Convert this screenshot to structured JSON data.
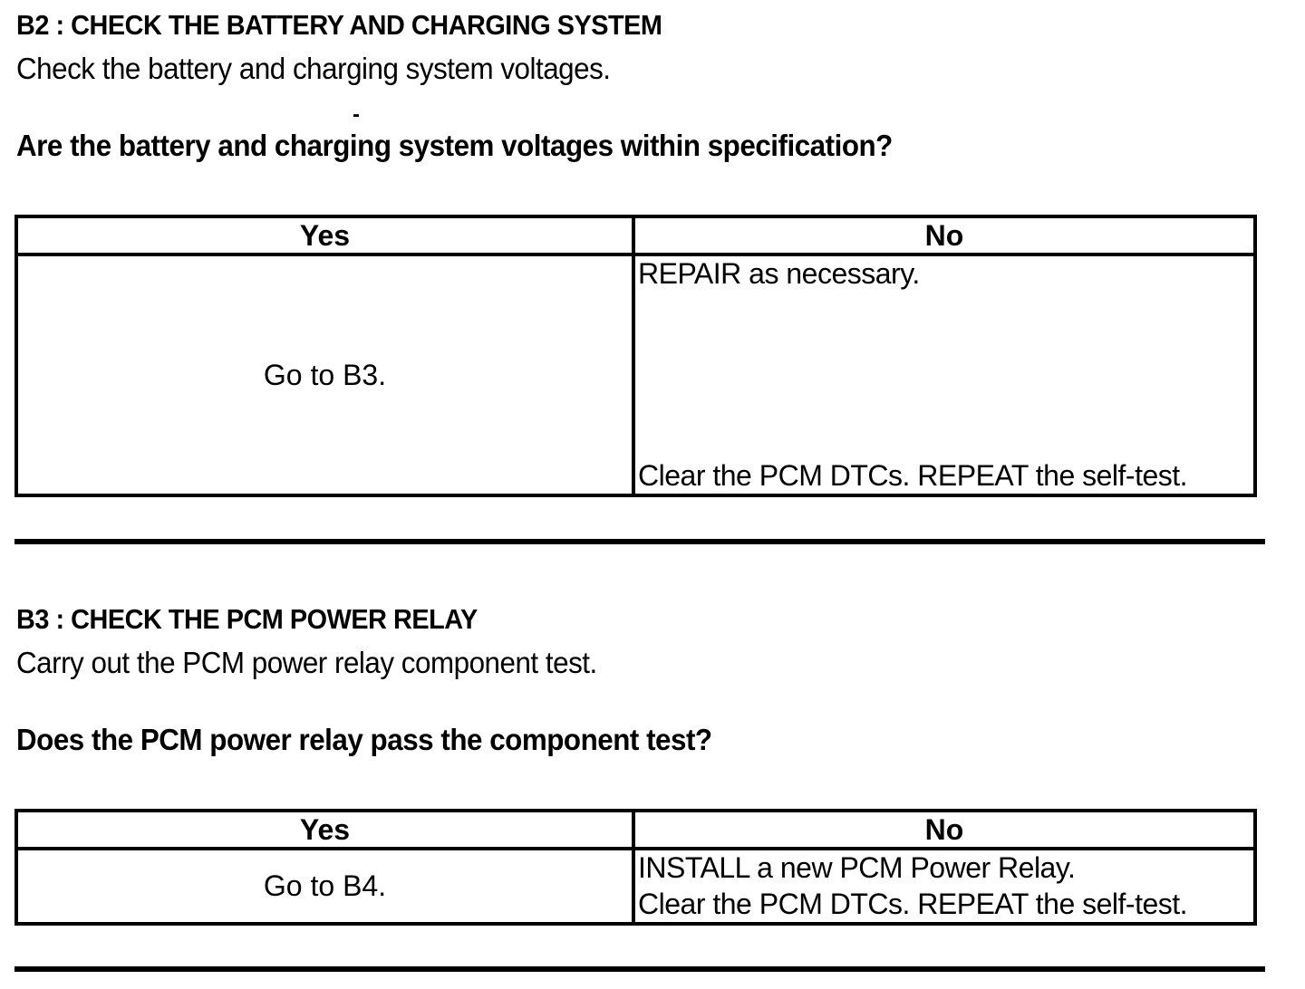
{
  "page": {
    "background_color": "#ffffff",
    "text_color": "#000000",
    "border_color": "#000000"
  },
  "sections": [
    {
      "id": "B2",
      "heading": "B2 : CHECK THE BATTERY AND CHARGING SYSTEM",
      "instruction": "Check the battery and charging system voltages.",
      "stray_mark": "-",
      "question": "Are the battery and charging system voltages within specification?",
      "table": {
        "headers": [
          "Yes",
          "No"
        ],
        "yes_action": "Go to B3.",
        "no_action_top": "REPAIR as necessary.",
        "no_action_bottom": "Clear the PCM DTCs. REPEAT the self-test."
      }
    },
    {
      "id": "B3",
      "heading": "B3 : CHECK THE PCM POWER RELAY",
      "instruction": "Carry out the PCM power relay component test.",
      "question": "Does the PCM power relay pass the component test?",
      "table": {
        "headers": [
          "Yes",
          "No"
        ],
        "yes_action": "Go to B4.",
        "no_action_top": "INSTALL a new PCM Power Relay.",
        "no_action_bottom": "Clear the PCM DTCs. REPEAT the self-test."
      }
    }
  ]
}
